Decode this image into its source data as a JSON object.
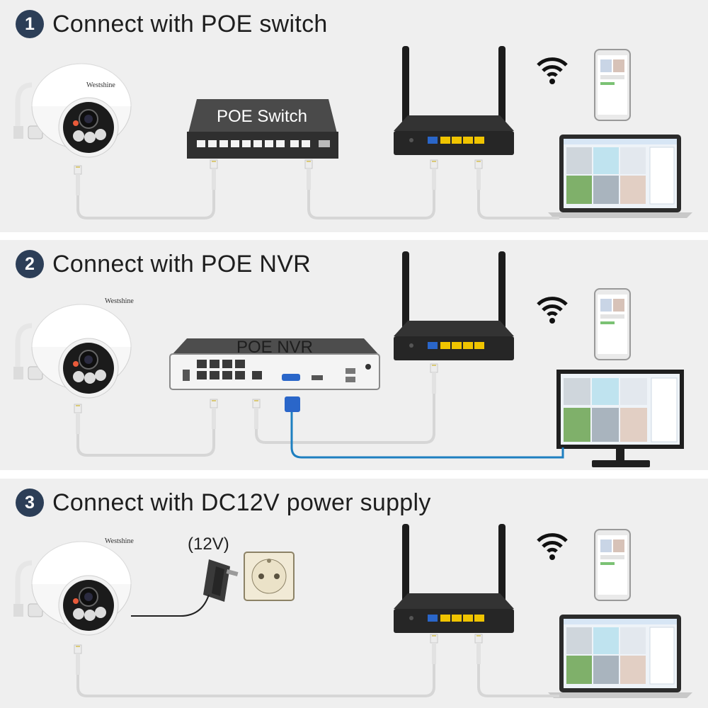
{
  "brand": "Westshine",
  "sections": [
    {
      "number": "1",
      "title": "Connect with POE switch",
      "device_label": "POE Switch"
    },
    {
      "number": "2",
      "title": "Connect with POE NVR",
      "device_label": "POE NVR"
    },
    {
      "number": "3",
      "title": "Connect with DC12V power supply",
      "voltage_label": "(12V)"
    }
  ],
  "colors": {
    "panel_bg": "#efefef",
    "badge": "#2c3e57",
    "cable": "#d6d6d6",
    "vga_cable": "#1e7fc0",
    "device_dark": "#2b2b2b",
    "port_yellow": "#f0c400",
    "port_blue": "#2a66c9"
  },
  "icons": [
    "dome-camera-icon",
    "poe-switch-icon",
    "router-icon",
    "wifi-icon",
    "phone-icon",
    "laptop-icon",
    "nvr-icon",
    "monitor-icon",
    "power-adapter-icon",
    "power-outlet-icon",
    "rj45-connector-icon"
  ]
}
